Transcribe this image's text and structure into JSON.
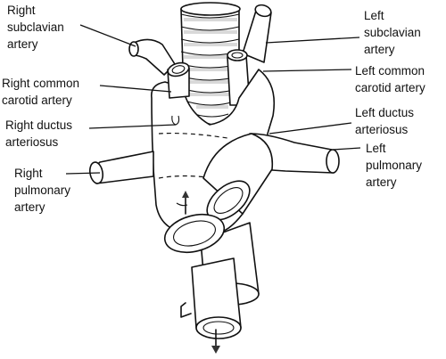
{
  "labels": {
    "right_subclavian": [
      "Right",
      "subclavian",
      "artery"
    ],
    "right_common_carotid": [
      "Right common",
      "carotid artery"
    ],
    "right_ductus": [
      "Right ductus",
      "arteriosus"
    ],
    "right_pulmonary": [
      "Right",
      "pulmonary",
      "artery"
    ],
    "left_subclavian": [
      "Left",
      "subclavian",
      "artery"
    ],
    "left_common_carotid": [
      "Left common",
      "carotid artery"
    ],
    "left_ductus": [
      "Left ductus",
      "arteriosus"
    ],
    "left_pulmonary": [
      "Left",
      "pulmonary",
      "artery"
    ]
  }
}
